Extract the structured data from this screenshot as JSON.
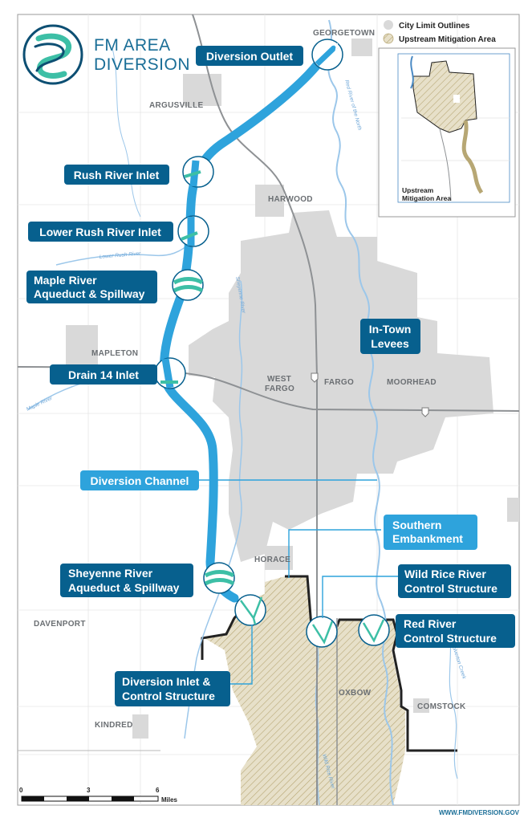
{
  "title": {
    "line1": "FM AREA",
    "line2": "DIVERSION"
  },
  "legend": {
    "city_limits": "City Limit Outlines",
    "mitigation_area": "Upstream Mitigation Area"
  },
  "inset": {
    "label_line1": "Upstream",
    "label_line2": "Mitigation Area"
  },
  "features": {
    "diversion_outlet": "Diversion Outlet",
    "rush_river_inlet": "Rush River Inlet",
    "lower_rush_river_inlet": "Lower Rush River Inlet",
    "maple_river_line1": "Maple River",
    "maple_river_line2": "Aqueduct & Spillway",
    "drain_14_inlet": "Drain 14 Inlet",
    "diversion_channel": "Diversion Channel",
    "in_town_levees_line1": "In-Town",
    "in_town_levees_line2": "Levees",
    "southern_embankment_line1": "Southern",
    "southern_embankment_line2": "Embankment",
    "sheyenne_line1": "Sheyenne River",
    "sheyenne_line2": "Aqueduct & Spillway",
    "wild_rice_line1": "Wild Rice River",
    "wild_rice_line2": "Control Structure",
    "red_river_line1": "Red River",
    "red_river_line2": "Control Structure",
    "diversion_inlet_line1": "Diversion Inlet &",
    "diversion_inlet_line2": "Control Structure"
  },
  "towns": {
    "georgetown": "GEORGETOWN",
    "argusville": "ARGUSVILLE",
    "harwood": "HARWOOD",
    "mapleton": "MAPLETON",
    "west_fargo_line1": "WEST",
    "west_fargo_line2": "FARGO",
    "fargo": "FARGO",
    "moorhead": "MOORHEAD",
    "horace": "HORACE",
    "davenport": "DAVENPORT",
    "oxbow": "OXBOW",
    "comstock": "COMSTOCK",
    "kindred": "KINDRED"
  },
  "rivers": {
    "red_river_north": "Red River of the North",
    "lower_rush": "Lower Rush River",
    "maple": "Maple River",
    "sheyenne": "Sheyenne River",
    "wild_rice": "Wild Rice River",
    "wolverton": "Wolverton Creek"
  },
  "scale": {
    "tick0": "0",
    "tick1": "3",
    "tick2": "6",
    "unit": "Miles"
  },
  "website": "WWW.FMDIVERSION.GOV",
  "colors": {
    "label_dark": "#07608e",
    "label_light": "#2ea3dc",
    "channel": "#2ea3dc",
    "structure_green": "#3dbfa6",
    "city_gray": "#d9d9d9",
    "mitigation_fill": "#e3dcc6",
    "mitigation_hatch": "#b7a774",
    "water": "#9cc7ea",
    "road": "#8e9194"
  }
}
